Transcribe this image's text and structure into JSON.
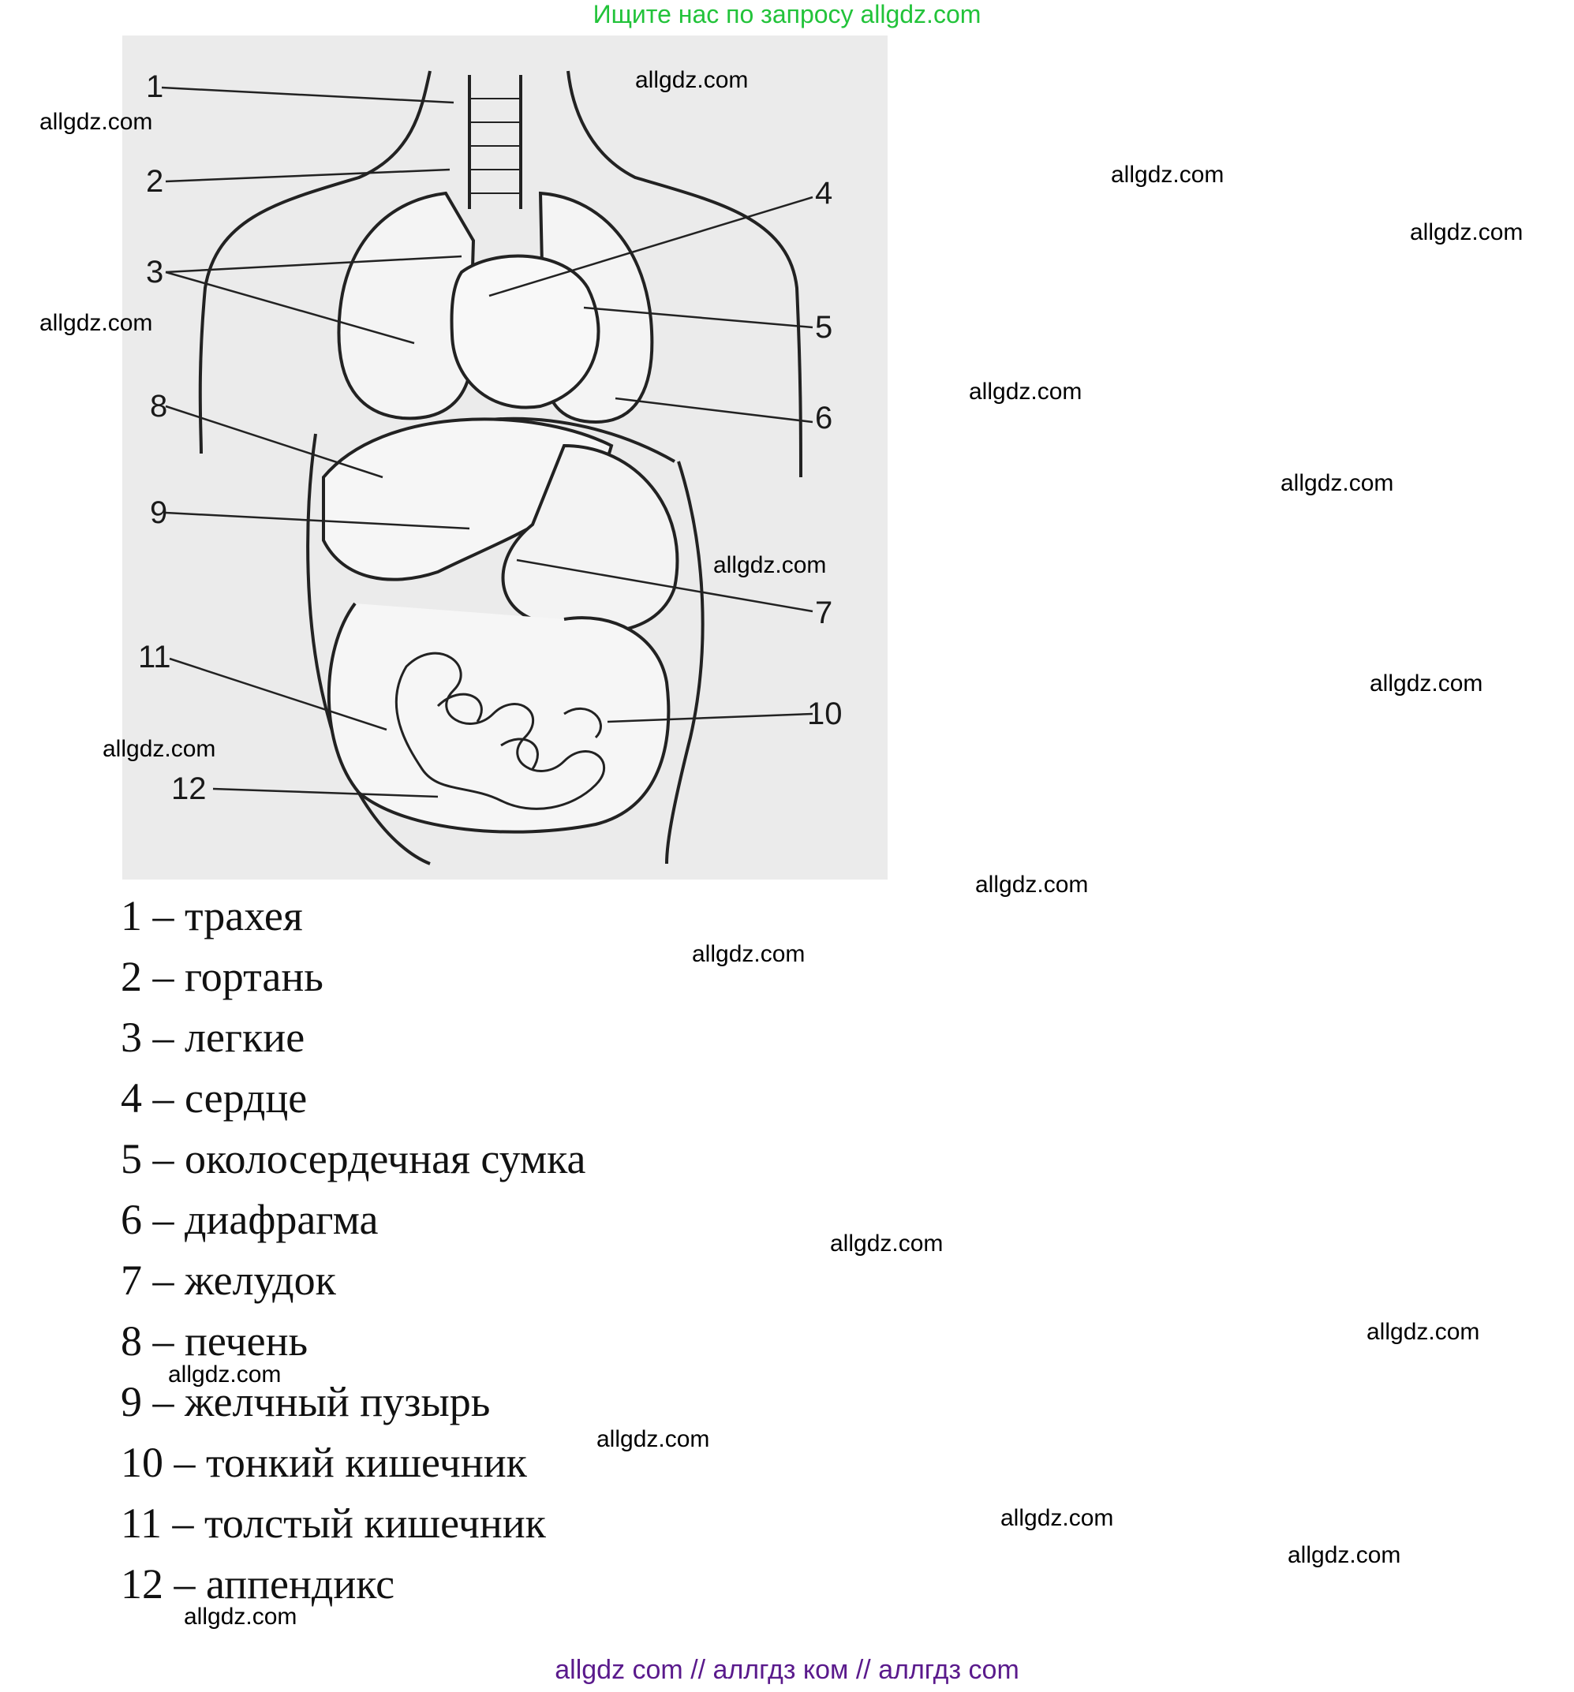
{
  "header": {
    "banner": "Ищите нас по запросу allgdz.com"
  },
  "figure": {
    "icon": "torso-anatomy-illustration",
    "numbers": [
      "1",
      "2",
      "3",
      "4",
      "5",
      "6",
      "7",
      "8",
      "9",
      "10",
      "11",
      "12"
    ]
  },
  "legend": {
    "items": [
      "1 – трахея",
      "2 – гортань",
      "3 – легкие",
      "4 – сердце",
      "5 – околосердечная сумка",
      "6 – диафрагма",
      "7 – желудок",
      "8 – печень",
      "9 – желчный пузырь",
      "10 – тонкий кишечник",
      "11 – толстый кишечник",
      "12 – аппендикс"
    ]
  },
  "watermarks": [
    "allgdz.com",
    "allgdz.com",
    "allgdz.com",
    "allgdz.com",
    "allgdz.com",
    "allgdz.com",
    "allgdz.com",
    "allgdz.com",
    "allgdz.com",
    "allgdz.com",
    "allgdz.com",
    "allgdz.com",
    "allgdz.com",
    "allgdz.com",
    "allgdz.com",
    "allgdz.com",
    "allgdz.com",
    "allgdz.com"
  ],
  "footer": {
    "text": "allgdz com  //  аллгдз ком  //  аллгдз com"
  },
  "colors": {
    "banner": "#22c33a",
    "footer": "#5a1a8c",
    "figure_bg": "#ebebeb"
  }
}
